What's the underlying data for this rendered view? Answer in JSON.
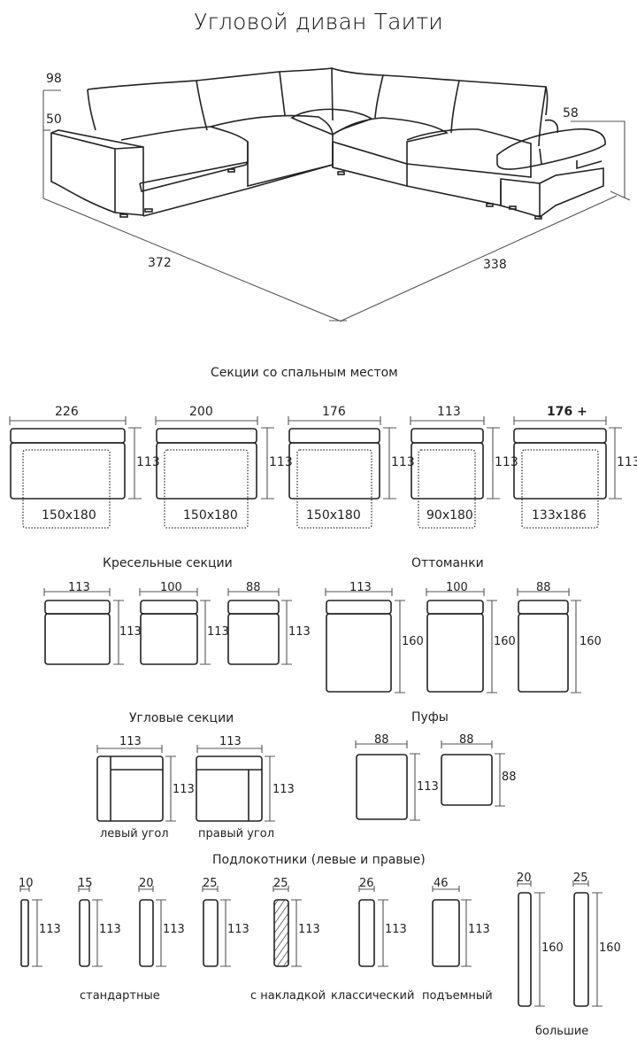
{
  "title": "Угловой диван Таити",
  "hero": {
    "dims": {
      "height_total": "98",
      "height_seat": "50",
      "depth_ottoman": "58",
      "length_left": "372",
      "length_right": "338"
    }
  },
  "sections": {
    "sleeping": {
      "title": "Секции со спальным местом",
      "items": [
        {
          "width": "226",
          "depth": "113",
          "bed": "150x180"
        },
        {
          "width": "200",
          "depth": "113",
          "bed": "150x180"
        },
        {
          "width": "176",
          "depth": "113",
          "bed": "150x180"
        },
        {
          "width": "113",
          "depth": "113",
          "bed": "90x180"
        },
        {
          "width": "176 +",
          "depth": "113",
          "bed": "133x186"
        }
      ]
    },
    "armchair": {
      "title": "Кресельные секции",
      "items": [
        {
          "width": "113",
          "depth": "113"
        },
        {
          "width": "100",
          "depth": "113"
        },
        {
          "width": "88",
          "depth": "113"
        }
      ]
    },
    "ottoman": {
      "title": "Оттоманки",
      "items": [
        {
          "width": "113",
          "depth": "160"
        },
        {
          "width": "100",
          "depth": "160"
        },
        {
          "width": "88",
          "depth": "160"
        }
      ]
    },
    "corner": {
      "title": "Угловые секции",
      "items": [
        {
          "width": "113",
          "depth": "113",
          "label": "левый угол"
        },
        {
          "width": "113",
          "depth": "113",
          "label": "правый угол"
        }
      ]
    },
    "poufs": {
      "title": "Пуфы",
      "items": [
        {
          "width": "88",
          "depth": "113"
        },
        {
          "width": "88",
          "depth": "88"
        }
      ]
    },
    "armrests": {
      "title": "Подлокотники (левые и правые)",
      "items": [
        {
          "width": "10",
          "height": "113"
        },
        {
          "width": "15",
          "height": "113"
        },
        {
          "width": "20",
          "height": "113"
        },
        {
          "width": "25",
          "height": "113"
        },
        {
          "width": "25",
          "height": "113"
        },
        {
          "width": "26",
          "height": "113"
        },
        {
          "width": "46",
          "height": "113"
        },
        {
          "width": "20",
          "height": "160"
        },
        {
          "width": "25",
          "height": "160"
        }
      ],
      "group_labels": {
        "standard": "стандартные",
        "overlay": "с накладкой",
        "classic": "классический",
        "lifting": "подъемный",
        "large": "большие"
      }
    }
  }
}
